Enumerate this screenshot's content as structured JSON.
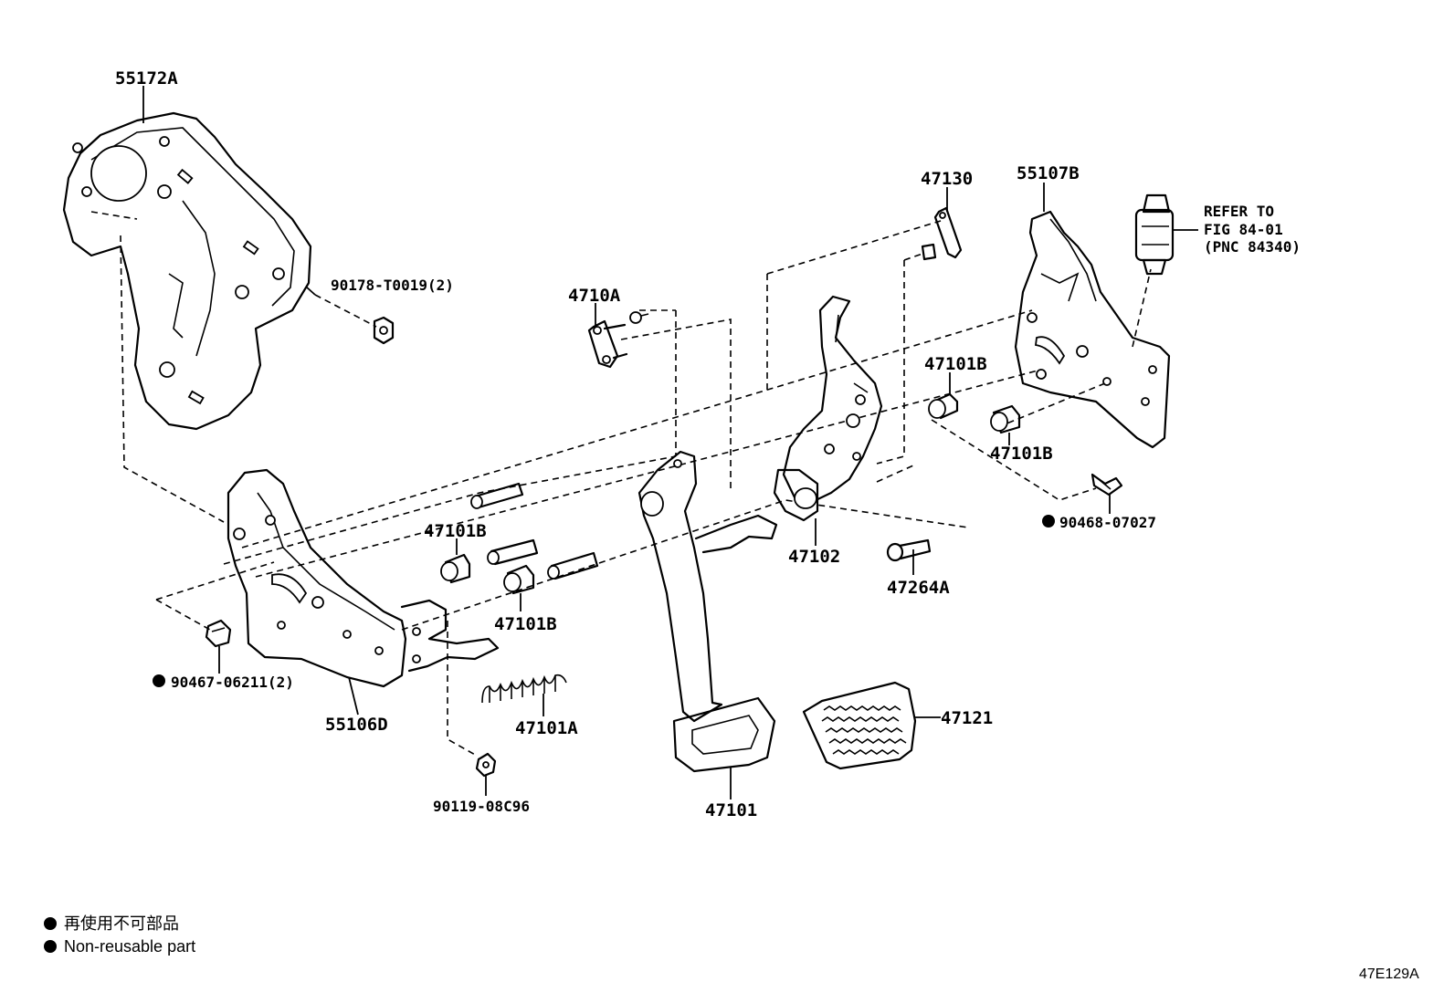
{
  "parts": [
    {
      "id": "p-55172a",
      "label": "55172A"
    },
    {
      "id": "p-90178",
      "label": "90178-T0019(2)"
    },
    {
      "id": "p-4710a",
      "label": "4710A"
    },
    {
      "id": "p-47130",
      "label": "47130"
    },
    {
      "id": "p-55107b",
      "label": "55107B"
    },
    {
      "id": "p-47101b-1",
      "label": "47101B"
    },
    {
      "id": "p-47101b-2",
      "label": "47101B"
    },
    {
      "id": "p-47101b-3",
      "label": "47101B"
    },
    {
      "id": "p-47101b-4",
      "label": "47101B"
    },
    {
      "id": "p-90468",
      "label": "90468-07027"
    },
    {
      "id": "p-47102",
      "label": "47102"
    },
    {
      "id": "p-47264a",
      "label": "47264A"
    },
    {
      "id": "p-90467",
      "label": "90467-06211(2)"
    },
    {
      "id": "p-55106d",
      "label": "55106D"
    },
    {
      "id": "p-47101a",
      "label": "47101A"
    },
    {
      "id": "p-90119",
      "label": "90119-08C96"
    },
    {
      "id": "p-47101",
      "label": "47101"
    },
    {
      "id": "p-47121",
      "label": "47121"
    }
  ],
  "refer": {
    "line1": "REFER TO",
    "line2": "FIG 84-01",
    "line3": "(PNC 84340)"
  },
  "legend": {
    "japanese": "再使用不可部品",
    "english": "Non-reusable part"
  },
  "figure_id": "47E129A"
}
